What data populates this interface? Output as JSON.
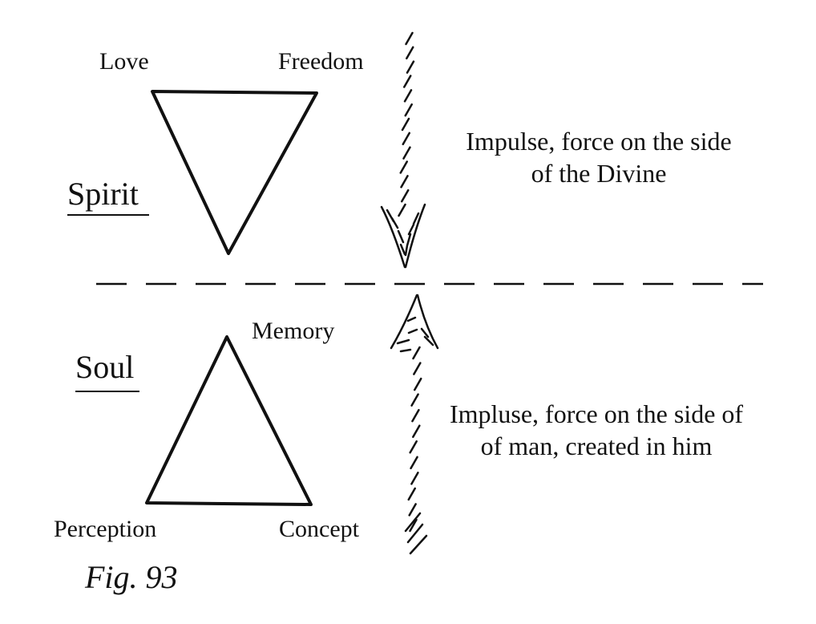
{
  "spirit": {
    "label": "Spirit",
    "triangle_vertices": {
      "top_left": "Love",
      "top_right": "Freedom"
    },
    "description_line1": "Impulse, force on the side",
    "description_line2": "of the Divine"
  },
  "soul": {
    "label": "Soul",
    "triangle_vertices": {
      "top": "Memory",
      "bottom_left": "Perception",
      "bottom_right": "Concept"
    },
    "description_line1": "Impluse, force on the side of",
    "description_line2": "of man, created in him"
  },
  "caption": "Fig. 93",
  "colors": {
    "ink": "#111111",
    "background": "#ffffff"
  }
}
